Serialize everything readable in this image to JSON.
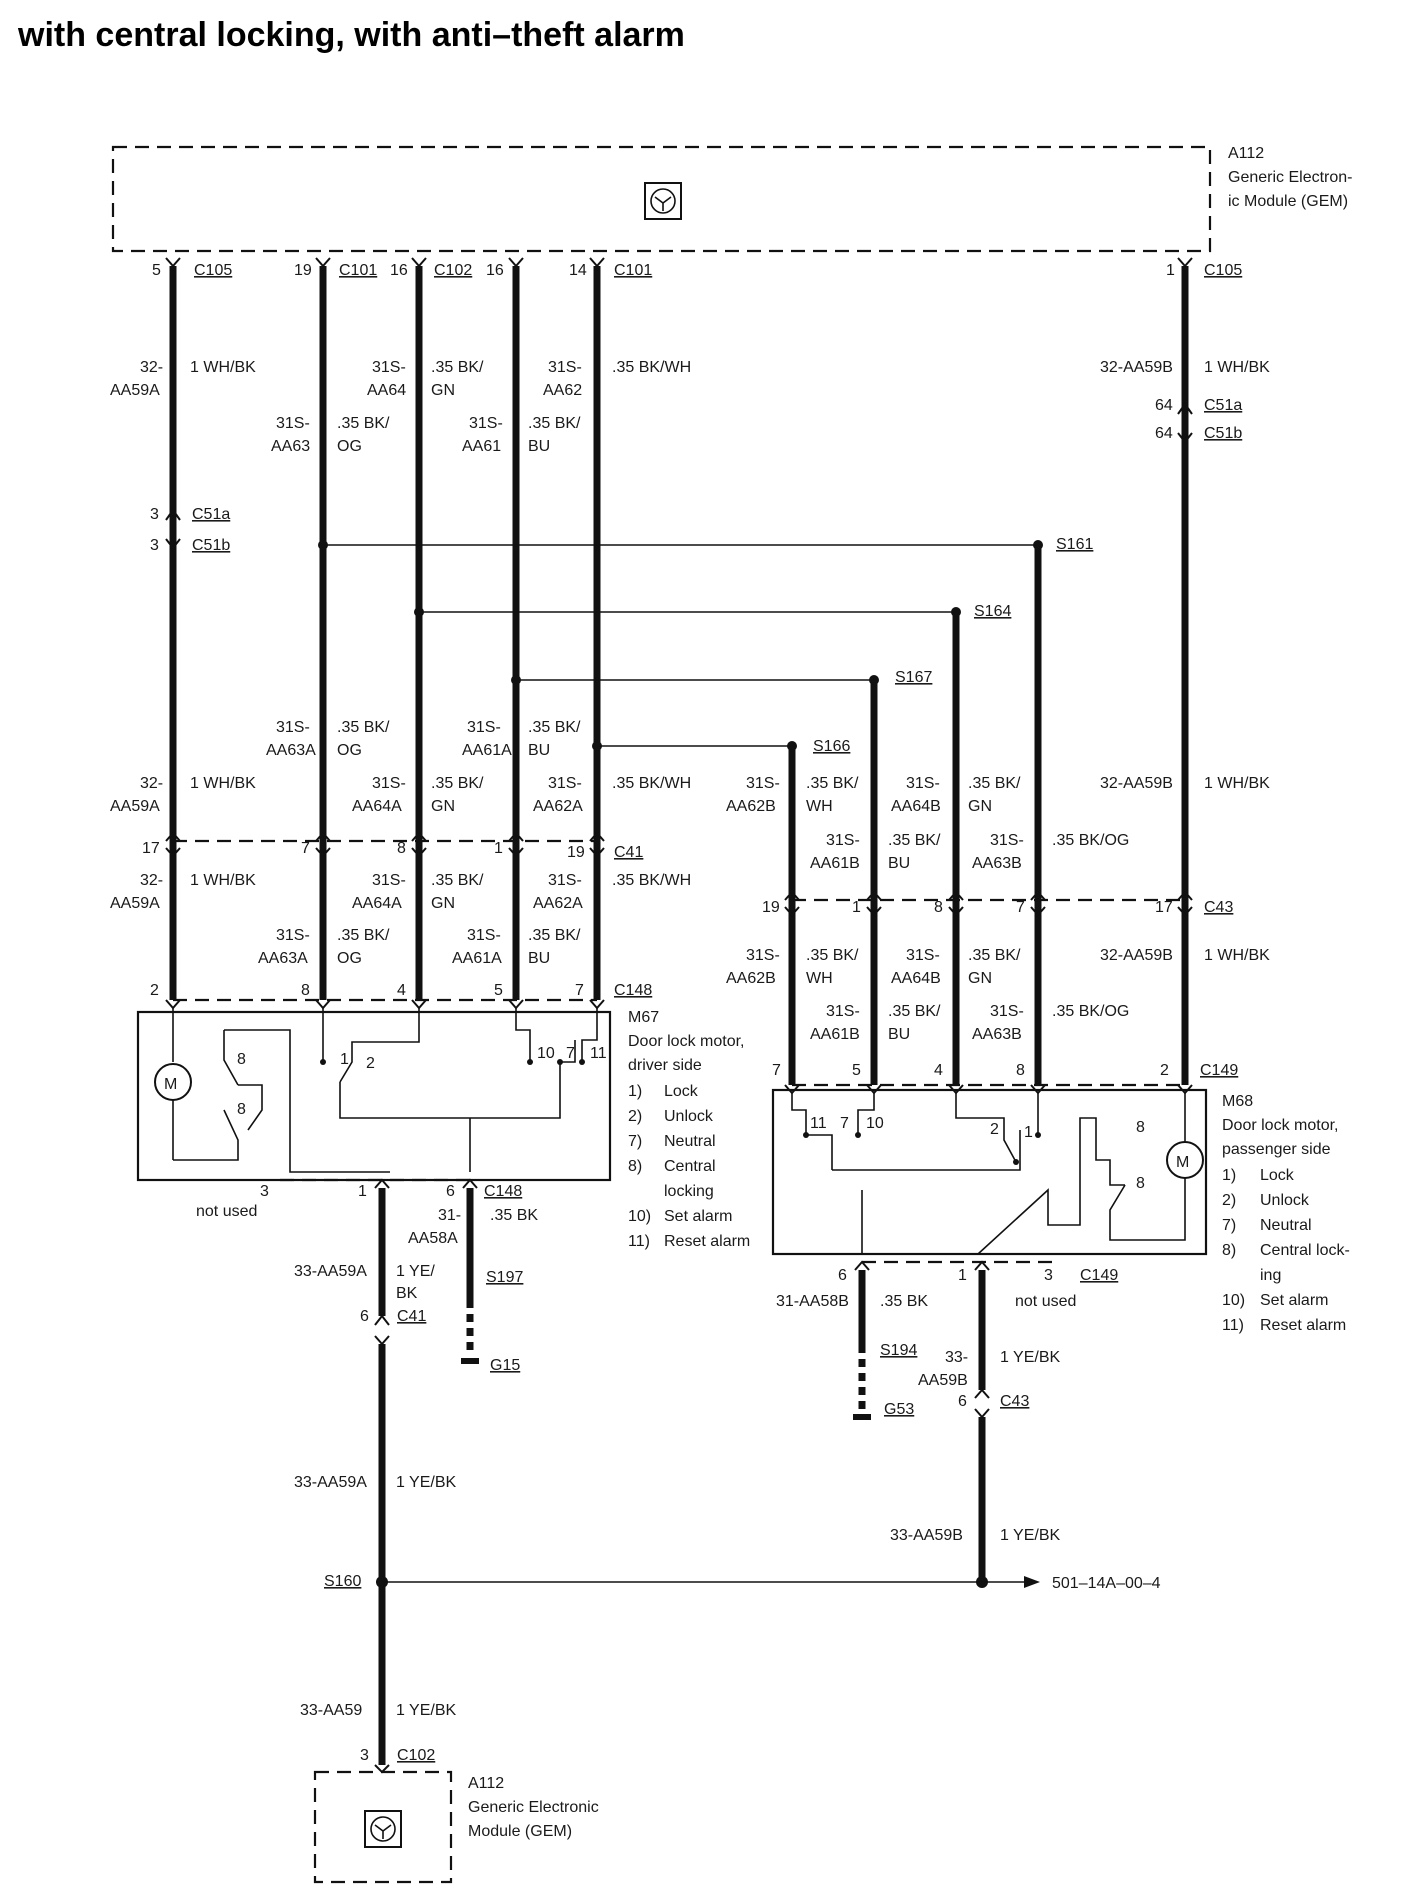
{
  "title": "with central locking, with anti–theft alarm",
  "gem_top": {
    "ref": "A112",
    "name_1": "Generic Electron-",
    "name_2": "ic Module (GEM)"
  },
  "gem_bottom": {
    "ref": "A112",
    "name_1": "Generic Electronic",
    "name_2": "Module (GEM)"
  },
  "connectors": {
    "c105": "C105",
    "c101": "C101",
    "c102": "C102",
    "c51a": "C51a",
    "c51b": "C51b",
    "c41": "C41",
    "c148": "C148",
    "c43": "C43",
    "c149": "C149"
  },
  "splices": {
    "s161": "S161",
    "s164": "S164",
    "s167": "S167",
    "s166": "S166",
    "s197": "S197",
    "s160": "S160",
    "s194": "S194"
  },
  "grounds": {
    "g15": "G15",
    "g53": "G53"
  },
  "pins": {
    "p1": "1",
    "p2": "2",
    "p3": "3",
    "p4": "4",
    "p5": "5",
    "p6": "6",
    "p7": "7",
    "p8": "8",
    "p10": "10",
    "p11": "11",
    "p14": "14",
    "p16": "16",
    "p17": "17",
    "p19": "19",
    "p64": "64"
  },
  "circuits": {
    "c32": "32-",
    "aa59a": "AA59A",
    "c32aa59b": "32-AA59B",
    "c31s": "31S-",
    "aa64": "AA64",
    "aa63": "AA63",
    "aa62": "AA62",
    "aa61": "AA61",
    "aa63a": "AA63A",
    "aa61a": "AA61A",
    "aa64a": "AA64A",
    "aa62a": "AA62A",
    "aa62b": "AA62B",
    "aa64b": "AA64B",
    "aa61b": "AA61B",
    "aa63b": "AA63B",
    "c31": "31-",
    "aa58a": "AA58A",
    "c31aa58b": "31-AA58B",
    "c33aa59a": "33-AA59A",
    "c33": "33-",
    "aa59b": "AA59B",
    "c33aa59b": "33-AA59B",
    "c33aa59": "33-AA59"
  },
  "colors": {
    "whbk": "1 WH/BK",
    "bk35": ".35 BK/",
    "gn": "GN",
    "og": "OG",
    "bu": "BU",
    "wh": "WH",
    "bkwh": ".35 BK/WH",
    "bkog": ".35 BK/OG",
    "bk": ".35 BK",
    "ye": "1 YE/",
    "bkw": "BK",
    "yebk": "1 YE/BK"
  },
  "m67": {
    "ref": "M67",
    "name_1": "Door lock motor,",
    "name_2": "driver side",
    "legend": [
      {
        "num": "1)",
        "text": "Lock"
      },
      {
        "num": "2)",
        "text": "Unlock"
      },
      {
        "num": "7)",
        "text": "Neutral"
      },
      {
        "num": "8)",
        "text": "Central"
      },
      {
        "num": "",
        "text": "locking"
      },
      {
        "num": "10)",
        "text": "Set alarm"
      },
      {
        "num": "11)",
        "text": "Reset alarm"
      }
    ]
  },
  "m68": {
    "ref": "M68",
    "name_1": "Door lock motor,",
    "name_2": "passenger side",
    "legend": [
      {
        "num": "1)",
        "text": "Lock"
      },
      {
        "num": "2)",
        "text": "Unlock"
      },
      {
        "num": "7)",
        "text": "Neutral"
      },
      {
        "num": "8)",
        "text": "Central lock-"
      },
      {
        "num": "",
        "text": "ing"
      },
      {
        "num": "10)",
        "text": "Set alarm"
      },
      {
        "num": "11)",
        "text": "Reset alarm"
      }
    ]
  },
  "not_used": "not used",
  "motor_symbol": "M",
  "page_ref": "501–14A–00–4",
  "icon_names": {
    "module": "module-chip-icon",
    "motor": "motor-icon",
    "ground": "ground-icon",
    "arrow": "arrow-right-icon"
  }
}
